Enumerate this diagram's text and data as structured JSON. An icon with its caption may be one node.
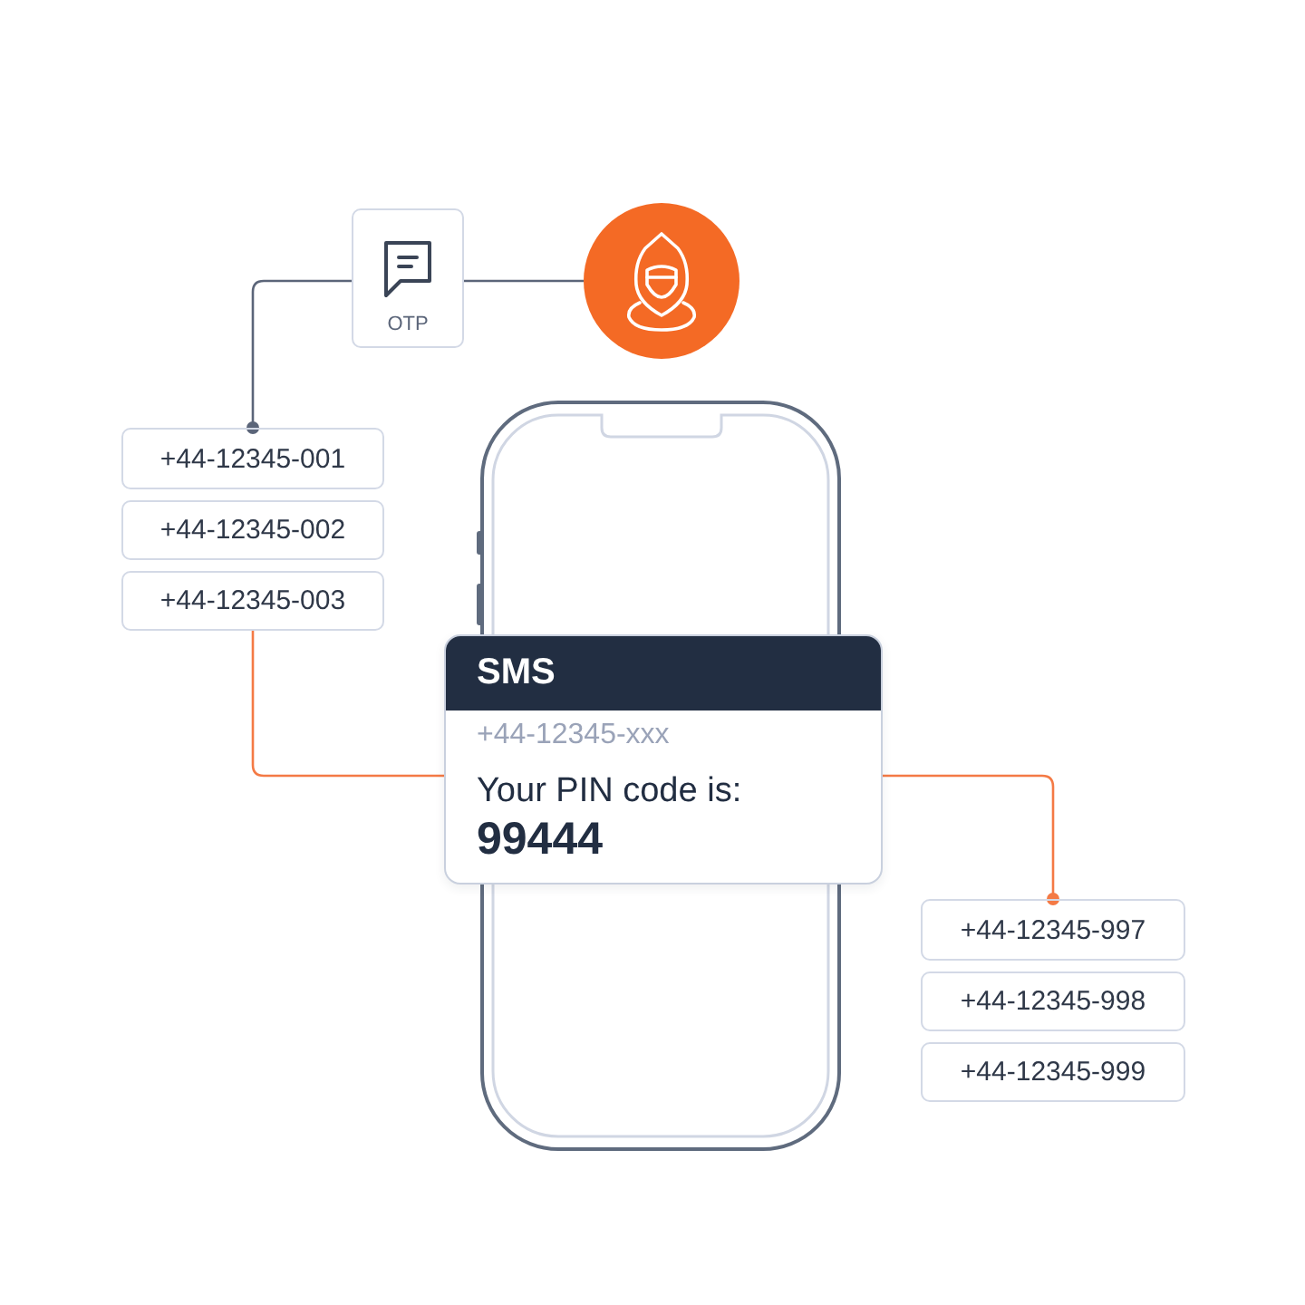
{
  "diagram": {
    "nodes": [
      {
        "text": [],
        "shape": "circle"
      },
      {
        "text": [
          "OTP"
        ]
      },
      {
        "text": [
          "+44-12345-001"
        ]
      },
      {
        "text": [
          "+44-12345-002"
        ]
      },
      {
        "text": [
          "+44-12345-003"
        ]
      },
      {
        "text": [
          "SMS",
          "+44-12345-xxx",
          "Your PIN code is:",
          "99444"
        ]
      },
      {
        "text": [
          "+44-12345-997"
        ]
      },
      {
        "text": [
          "+44-12345-998"
        ]
      },
      {
        "text": [
          "+44-12345-999"
        ]
      }
    ],
    "edges": [
      {
        "from": 0,
        "to": 1,
        "arrow": "none"
      },
      {
        "from": 1,
        "to": 2,
        "arrow": "other"
      },
      {
        "from": 4,
        "to": 5,
        "arrow": "none",
        "color": "#f47a45"
      },
      {
        "from": 5,
        "to": 6,
        "arrow": "other",
        "color": "#f47a45"
      }
    ]
  }
}
